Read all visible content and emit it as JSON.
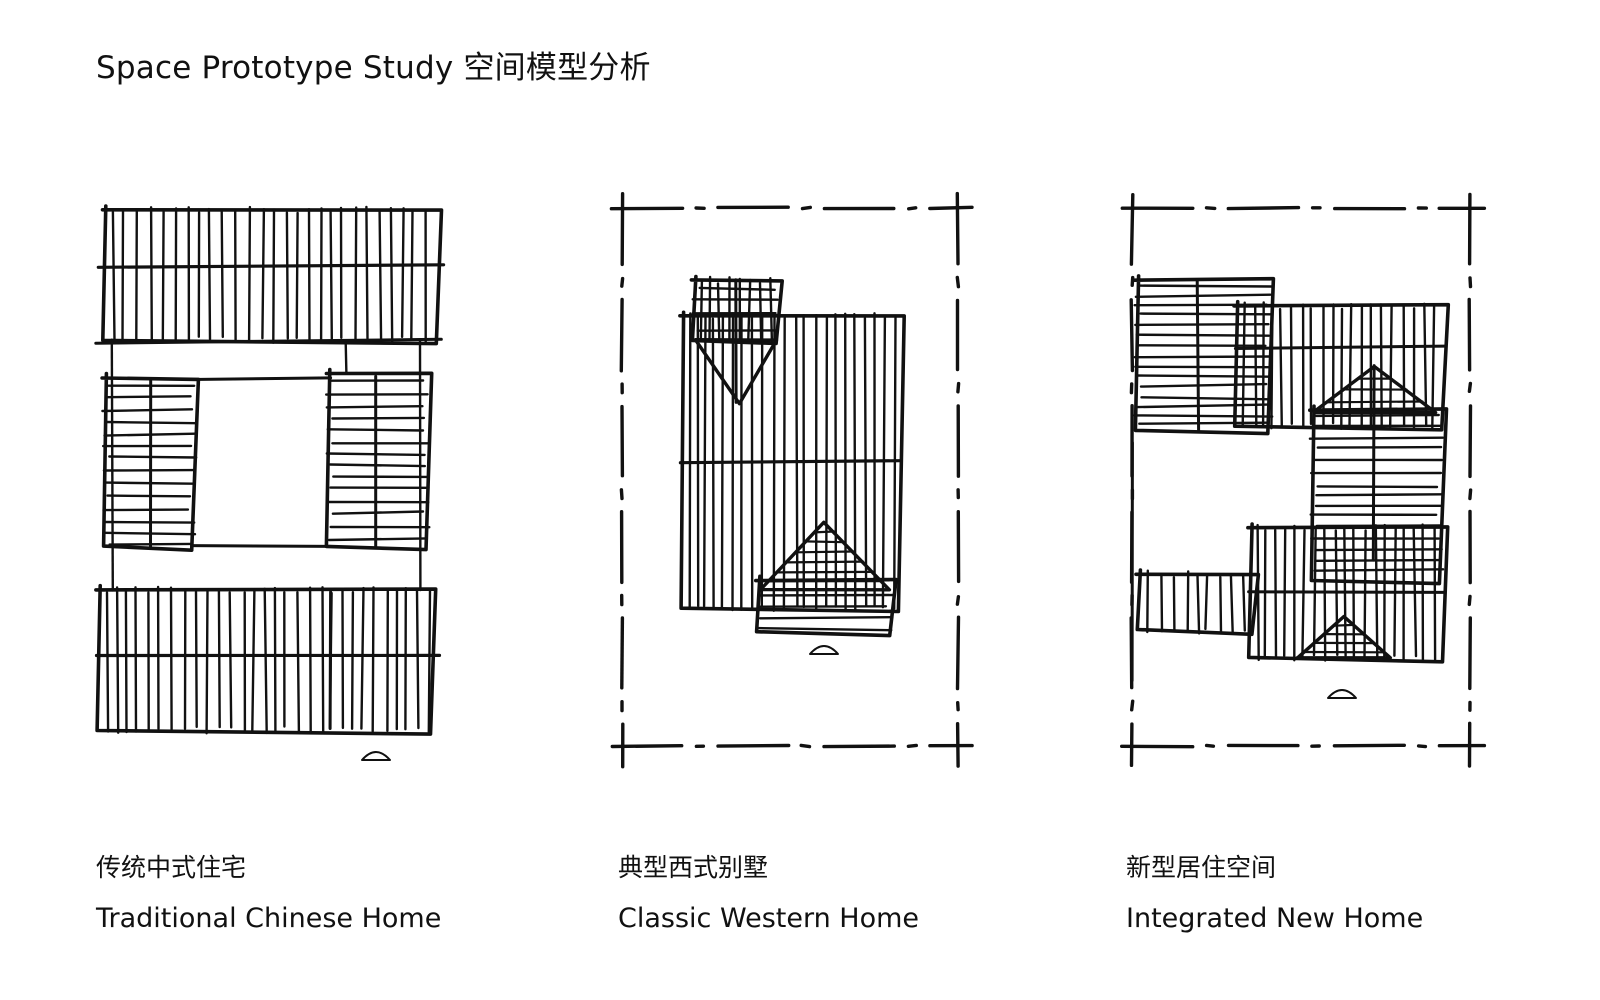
{
  "title": "Space Prototype Study 空间模型分析",
  "panels": [
    {
      "label_cn": "传统中式住宅",
      "label_en": "Traditional Chinese Home",
      "sketch_icon": "courtyard-house-plan-icon"
    },
    {
      "label_cn": "典型西式别墅",
      "label_en": "Classic Western Home",
      "sketch_icon": "villa-plan-icon"
    },
    {
      "label_cn": "新型居住空间",
      "label_en": "Integrated New Home",
      "sketch_icon": "integrated-home-plan-icon"
    }
  ],
  "colors": {
    "ink": "#111111",
    "background": "#ffffff"
  }
}
